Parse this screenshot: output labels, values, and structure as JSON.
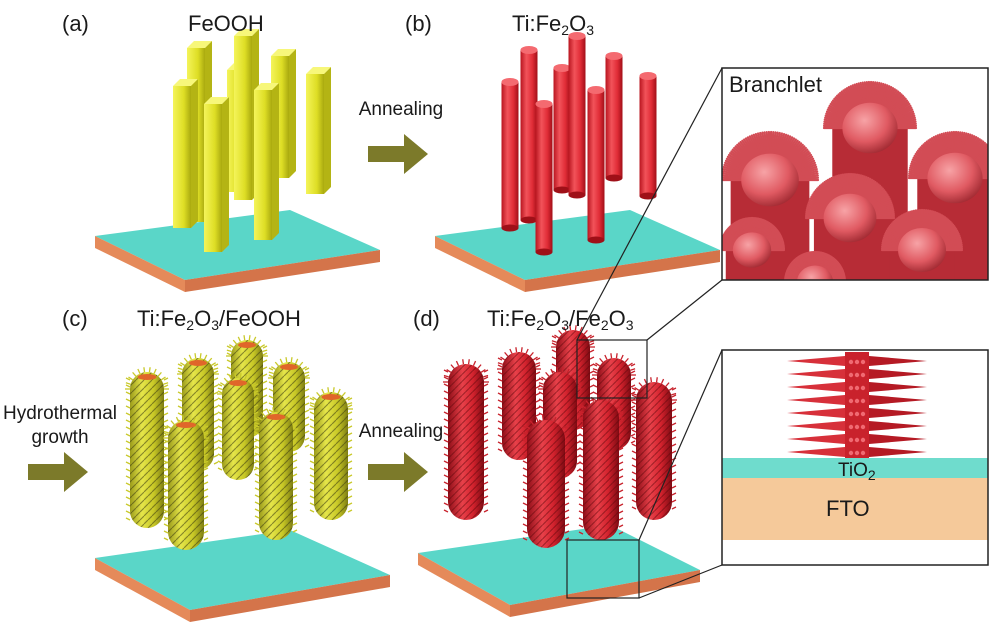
{
  "panels": {
    "a": {
      "tag": "(a)",
      "title": "FeOOH"
    },
    "b": {
      "tag": "(b)",
      "title_base": "Ti:Fe",
      "title_sub1": "2",
      "title_mid": "O",
      "title_sub2": "3"
    },
    "c": {
      "tag": "(c)",
      "t1": "Ti:Fe",
      "s1": "2",
      "t2": "O",
      "s2": "3",
      "t3": "/FeOOH"
    },
    "d": {
      "tag": "(d)",
      "t1": "Ti:Fe",
      "s1": "2",
      "t2": "O",
      "s2": "3",
      "t3": "/Fe",
      "s3": "2",
      "t4": "O",
      "s4": "3"
    }
  },
  "steps": {
    "annealing_top": "Annealing",
    "hydrothermal_line1": "Hydrothermal",
    "hydrothermal_line2": "growth",
    "annealing_bottom": "Annealing"
  },
  "insets": {
    "branchlet": "Branchlet",
    "tio2_base": "TiO",
    "tio2_sub": "2",
    "fto": "FTO"
  },
  "colors": {
    "feooh": "#e6e633",
    "hematite": "#e0323c",
    "substrate_top": "#5ad6c8",
    "substrate_side": "#e58a5a",
    "fto": "#f5c99a",
    "arrow": "#7c7a2a"
  }
}
